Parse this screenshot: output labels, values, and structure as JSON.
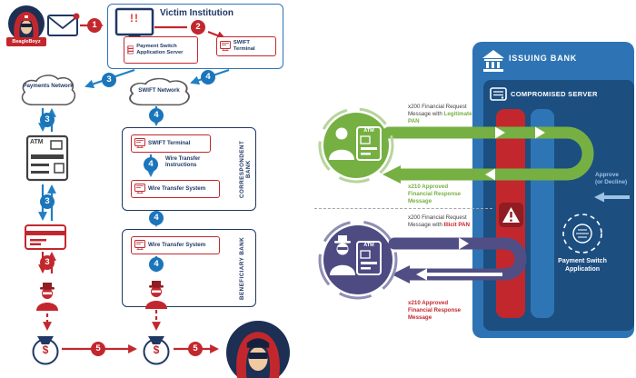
{
  "steps": {
    "s1": "1",
    "s2": "2",
    "s3": "3",
    "s4": "4",
    "s5": "5"
  },
  "symbols": {
    "money": "$",
    "alert": "!!",
    "atm": "ATM"
  },
  "attacker": {
    "badge": "BeagleBoyz"
  },
  "victim": {
    "title": "Victim Institution",
    "payment_switch_server": "Payment Switch Application Server",
    "swift_terminal": "SWIFT Terminal"
  },
  "networks": {
    "payments": "Payments Network",
    "swift": "SWIFT Network"
  },
  "correspondent": {
    "name": "CORRESPONDENT BANK",
    "swift_terminal": "SWIFT Terminal",
    "wire_instructions": "Wire Transfer Instructions",
    "wire_system": "Wire Transfer System"
  },
  "beneficiary": {
    "name": "BENEFICIARY BANK",
    "wire_system": "Wire Transfer System"
  },
  "issuing": {
    "title": "ISSUING BANK",
    "compromised": "COMPROMISED SERVER",
    "payment_switch": "Payment Switch Application",
    "legit": {
      "request_prefix": "x200 Financial Request Message with ",
      "pan": "Legitimate PAN",
      "response": "x210 Approved Financial Response Message"
    },
    "illicit": {
      "request_prefix": "x200 Financial Request Message with ",
      "pan": "Illicit PAN",
      "response": "x210 Approved Financial Response Message"
    },
    "approve_1": "Approve",
    "approve_2": "(or Decline)"
  },
  "colors": {
    "red": "#c3272e",
    "badge_blue": "#1b75bb",
    "arrow_blue": "#1f7fc4",
    "navy": "#1f3864",
    "green": "#76b043",
    "purple": "#514e85",
    "panel_outer": "#2e74b5",
    "panel_inner": "#1c4e80",
    "approve_blue": "#9dc3e6"
  }
}
